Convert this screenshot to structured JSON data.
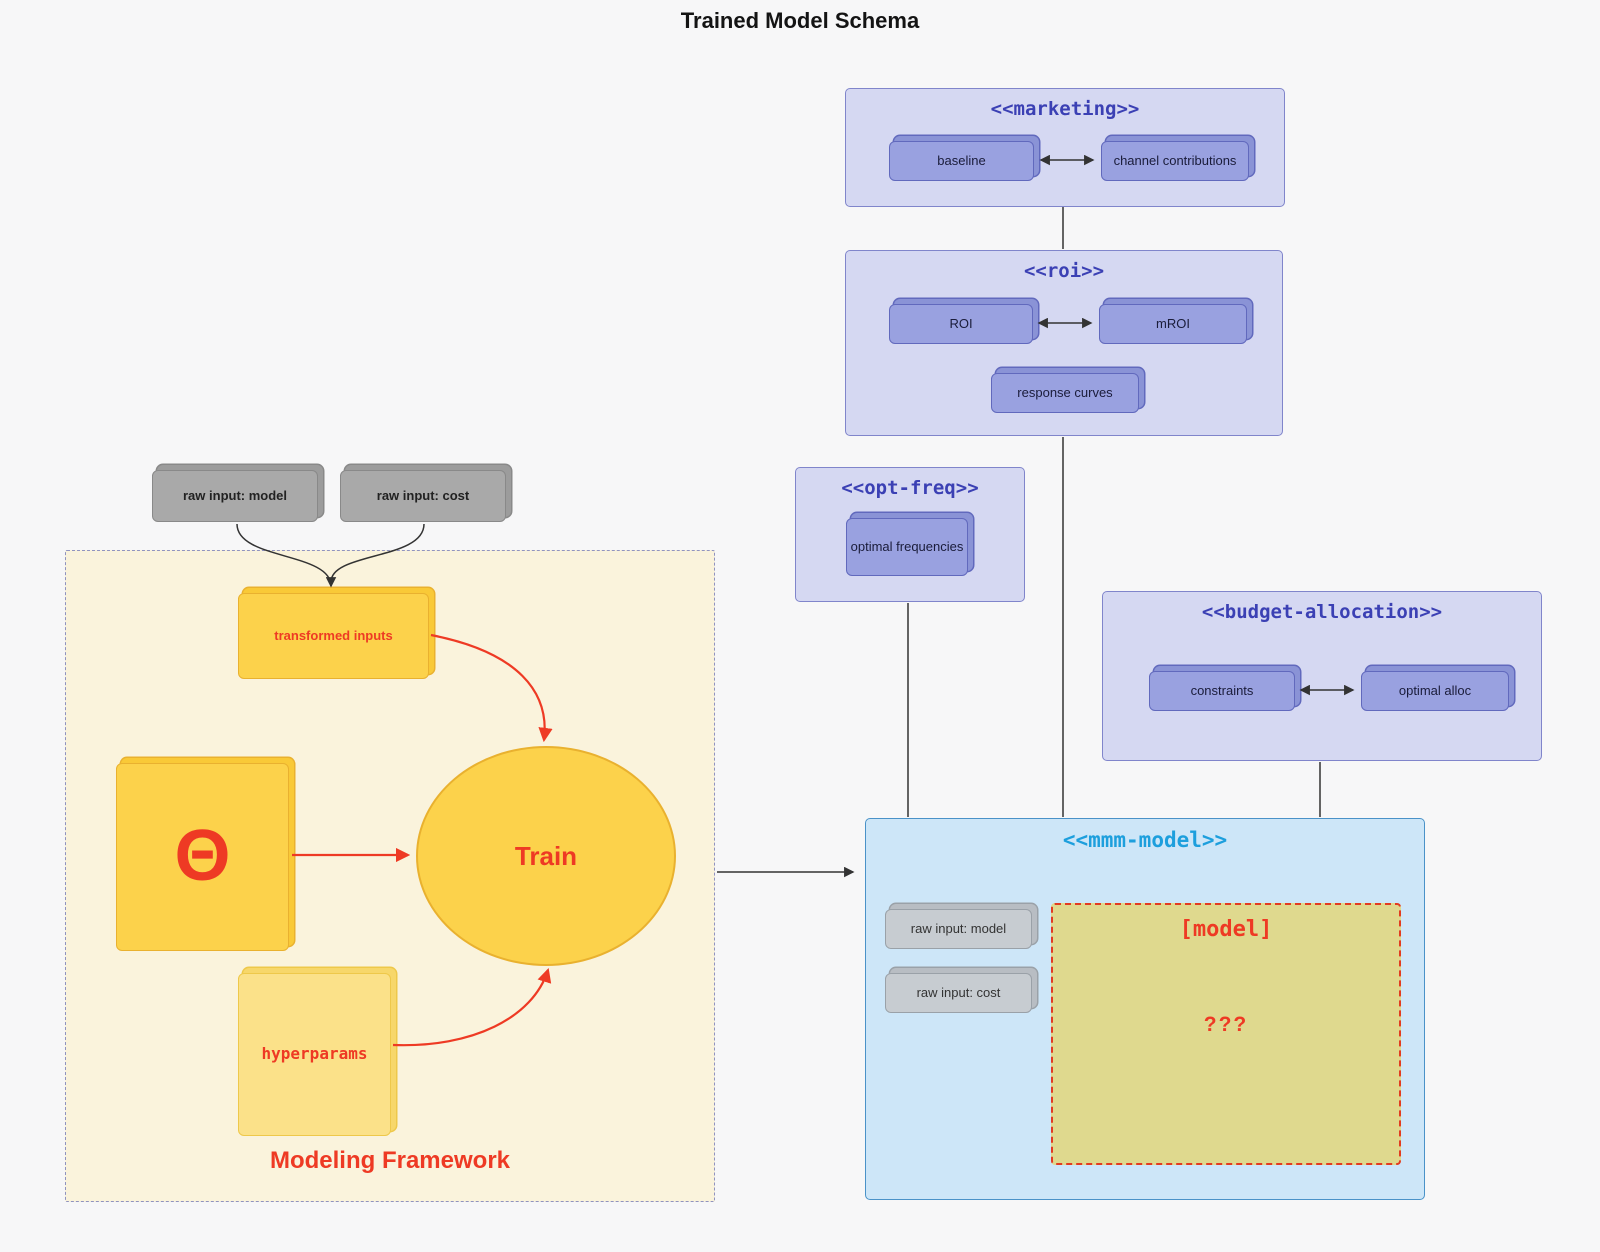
{
  "title": "Trained Model Schema",
  "packages": {
    "marketing": {
      "label": "<<marketing>>",
      "cards": {
        "baseline": "baseline",
        "channel": "channel contributions"
      }
    },
    "roi": {
      "label": "<<roi>>",
      "cards": {
        "roi": "ROI",
        "mroi": "mROI",
        "response": "response curves"
      }
    },
    "opt_freq": {
      "label": "<<opt-freq>>",
      "cards": {
        "frequencies": "optimal frequencies"
      }
    },
    "budget": {
      "label": "<<budget-allocation>>",
      "cards": {
        "constraints": "constraints",
        "alloc": "optimal alloc"
      }
    },
    "mmm": {
      "label": "<<mmm-model>>",
      "cards": {
        "raw_model": "raw input: model",
        "raw_cost": "raw input: cost"
      },
      "model": {
        "label": "[model]",
        "placeholder": "???"
      }
    }
  },
  "inputs": {
    "raw_model": "raw input: model",
    "raw_cost": "raw input: cost"
  },
  "framework": {
    "label": "Modeling Framework",
    "transformed": "transformed inputs",
    "theta": "Θ",
    "train": "Train",
    "hyperparams": "hyperparams"
  },
  "colors": {
    "accent_red": "#ee3a24",
    "package_fill": "#d5d8f2",
    "package_title": "#3b40b4",
    "mmm_title": "#1d9fdd",
    "gold": "#fcd24b",
    "model_fill": "#dfd98e"
  }
}
